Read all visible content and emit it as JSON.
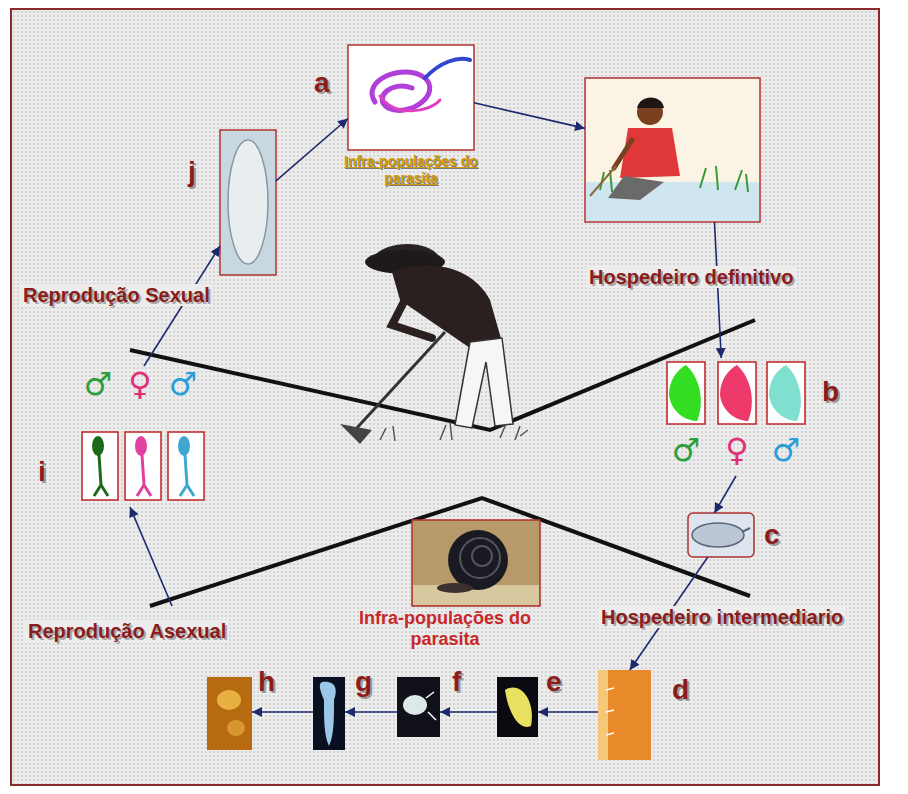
{
  "diagram": {
    "nodes": [
      {
        "text": [
          "a",
          "Infra-populações do parasita"
        ]
      },
      {
        "text": [
          "Hospedeiro definitivo"
        ]
      },
      {
        "text": [
          "b",
          "♂",
          "♀",
          "♂"
        ]
      },
      {
        "text": [
          "c"
        ]
      },
      {
        "text": [
          "Infra-populações do parasita"
        ]
      },
      {
        "text": [
          "d"
        ]
      },
      {
        "text": [
          "e"
        ]
      },
      {
        "text": [
          "f"
        ]
      },
      {
        "text": [
          "g"
        ]
      },
      {
        "text": [
          "h"
        ]
      },
      {
        "text": [
          "i",
          "♂",
          "♀",
          "♂"
        ]
      },
      {
        "text": [
          "j"
        ]
      }
    ],
    "edges": [
      {
        "from": 11,
        "to": 0,
        "arrow": "to"
      },
      {
        "from": 0,
        "to": 1,
        "arrow": "to"
      },
      {
        "from": 1,
        "to": 2,
        "arrow": "to"
      },
      {
        "from": 2,
        "to": 3,
        "arrow": "to"
      },
      {
        "from": 3,
        "to": 5,
        "arrow": "to"
      },
      {
        "from": 5,
        "to": 6,
        "arrow": "to"
      },
      {
        "from": 6,
        "to": 7,
        "arrow": "to"
      },
      {
        "from": 7,
        "to": 8,
        "arrow": "to"
      },
      {
        "from": 8,
        "to": 9,
        "arrow": "to"
      },
      {
        "from": 10,
        "to": 11,
        "arrow": "to"
      }
    ],
    "labels": [
      "Hospedeiro intermediario",
      "Reprodução Sexual",
      "Reprodução Asexual"
    ]
  }
}
